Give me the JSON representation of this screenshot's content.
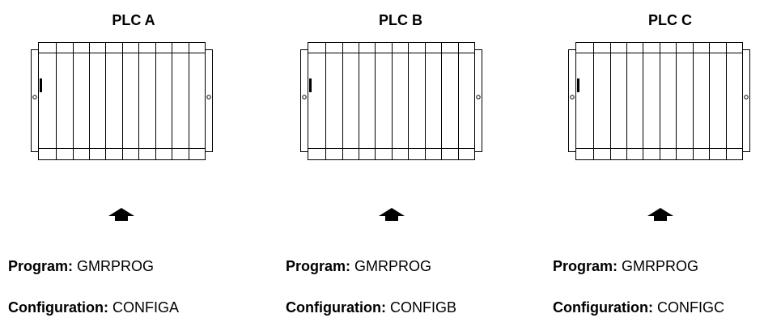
{
  "plcs": [
    {
      "title": "PLC A",
      "program_label": "Program:",
      "program": "GMRPROG",
      "config_label": "Configuration:",
      "config": "CONFIGA"
    },
    {
      "title": "PLC B",
      "program_label": "Program:",
      "program": "GMRPROG",
      "config_label": "Configuration:",
      "config": "CONFIGB"
    },
    {
      "title": "PLC C",
      "program_label": "Program:",
      "program": "GMRPROG",
      "config_label": "Configuration:",
      "config": "CONFIGC"
    }
  ],
  "icons": {
    "rack": "plc-rack-icon",
    "arrow": "up-arrow-icon"
  },
  "colors": {
    "line": "#000000",
    "background": "#ffffff"
  }
}
